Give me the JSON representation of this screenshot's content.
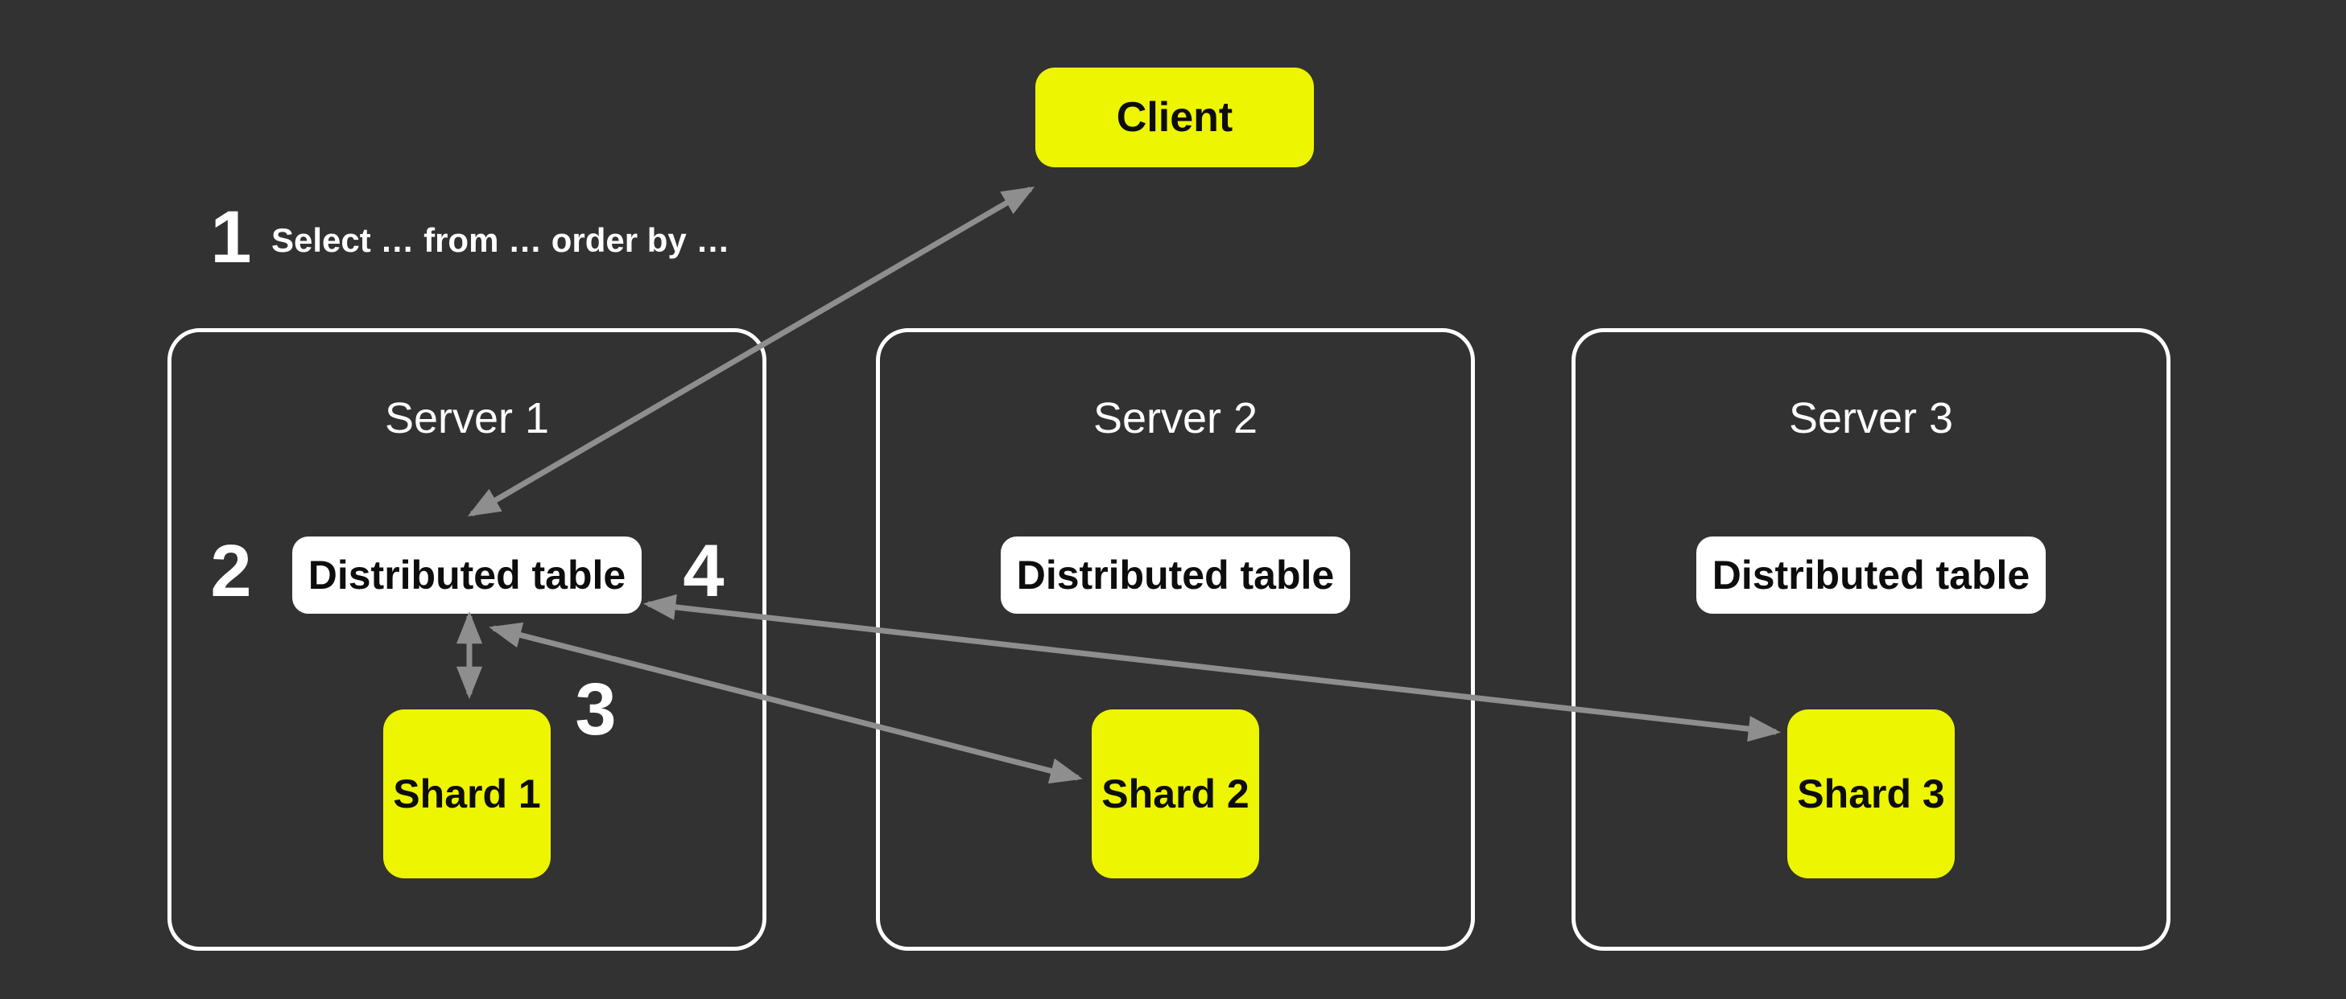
{
  "diagram": {
    "colors": {
      "background": "#323232",
      "accent_yellow": "#EDF500",
      "box_white": "#FFFFFF",
      "arrow_gray": "#8E8E8E",
      "text_dark": "#0D0D0D",
      "text_light": "#FFFFFF"
    },
    "client": {
      "label": "Client"
    },
    "annotation": {
      "text": "Select … from … order by …"
    },
    "steps": [
      {
        "label": "1"
      },
      {
        "label": "2"
      },
      {
        "label": "3"
      },
      {
        "label": "4"
      }
    ],
    "servers": [
      {
        "title": "Server 1",
        "table_label": "Distributed table",
        "shard_label": "Shard 1"
      },
      {
        "title": "Server 2",
        "table_label": "Distributed table",
        "shard_label": "Shard 2"
      },
      {
        "title": "Server 3",
        "table_label": "Distributed table",
        "shard_label": "Shard 3"
      }
    ],
    "connections": [
      {
        "from": "Distributed table (Server 1)",
        "to": "Client",
        "bidirectional": true
      },
      {
        "from": "Distributed table (Server 1)",
        "to": "Shard 1",
        "bidirectional": true
      },
      {
        "from": "Distributed table (Server 1)",
        "to": "Shard 2",
        "bidirectional": true
      },
      {
        "from": "Distributed table (Server 1)",
        "to": "Shard 3",
        "bidirectional": true
      }
    ]
  }
}
